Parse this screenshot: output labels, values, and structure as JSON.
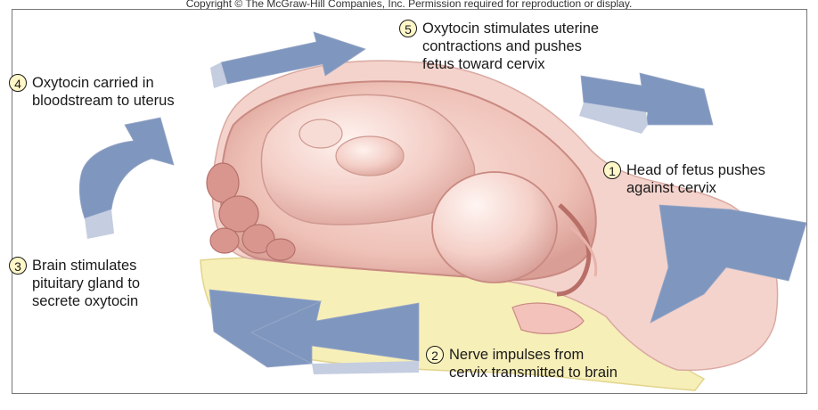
{
  "copyright": "Copyright © The McGraw-Hill Companies, Inc. Permission required for reproduction or display.",
  "steps": [
    {
      "number": "1",
      "text": "Head of fetus pushes\nagainst cervix"
    },
    {
      "number": "2",
      "text": "Nerve impulses from\ncervix transmitted to brain"
    },
    {
      "number": "3",
      "text": "Brain stimulates\npituitary gland to\nsecrete oxytocin"
    },
    {
      "number": "4",
      "text": "Oxytocin carried in\nbloodstream to uterus"
    },
    {
      "number": "5",
      "text": "Oxytocin stimulates uterine\ncontractions and pushes\nfetus toward cervix"
    }
  ],
  "colors": {
    "arrow": "#7f97bf",
    "arrow_side": "#c5cde0",
    "skin": "#f2c9c0",
    "uterus_wall": "#e7b8b0",
    "fat_layer": "#f7efb8",
    "number_fill": "#fff7c8"
  }
}
